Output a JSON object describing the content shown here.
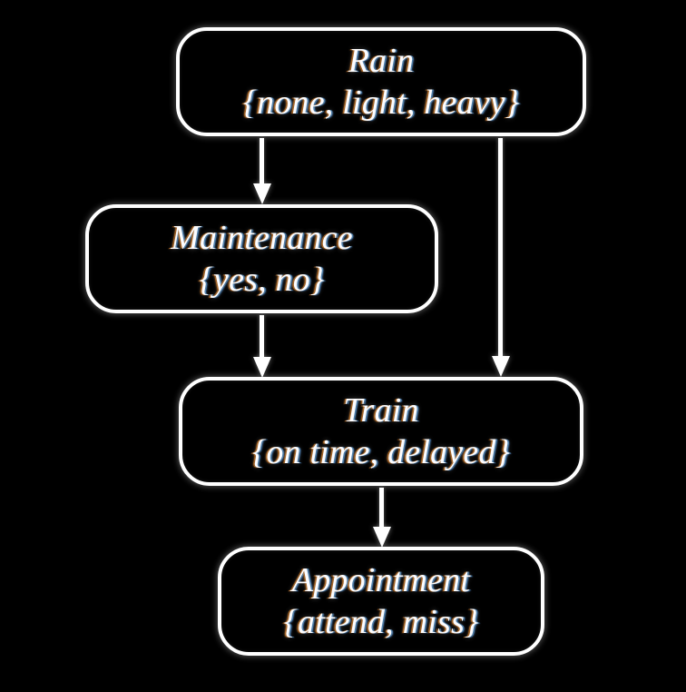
{
  "diagram": {
    "type": "directed-acyclic-graph",
    "background_color": "#000000",
    "node_border_color": "#ffffff",
    "node_fill_color": "#000000",
    "text_color": "#fdfdff",
    "edge_color": "#ffffff",
    "nodes": [
      {
        "id": "rain",
        "name": "Rain",
        "states_text": "{none, light, heavy}",
        "states": [
          "none",
          "light",
          "heavy"
        ]
      },
      {
        "id": "maintenance",
        "name": "Maintenance",
        "states_text": "{yes, no}",
        "states": [
          "yes",
          "no"
        ]
      },
      {
        "id": "train",
        "name": "Train",
        "states_text": "{on time, delayed}",
        "states": [
          "on time",
          "delayed"
        ]
      },
      {
        "id": "appointment",
        "name": "Appointment",
        "states_text": "{attend, miss}",
        "states": [
          "attend",
          "miss"
        ]
      }
    ],
    "edges": [
      {
        "id": "rain-maintenance",
        "from": "Rain",
        "to": "Maintenance"
      },
      {
        "id": "rain-train",
        "from": "Rain",
        "to": "Train"
      },
      {
        "id": "maintenance-train",
        "from": "Maintenance",
        "to": "Train"
      },
      {
        "id": "train-appointment",
        "from": "Train",
        "to": "Appointment"
      }
    ]
  }
}
